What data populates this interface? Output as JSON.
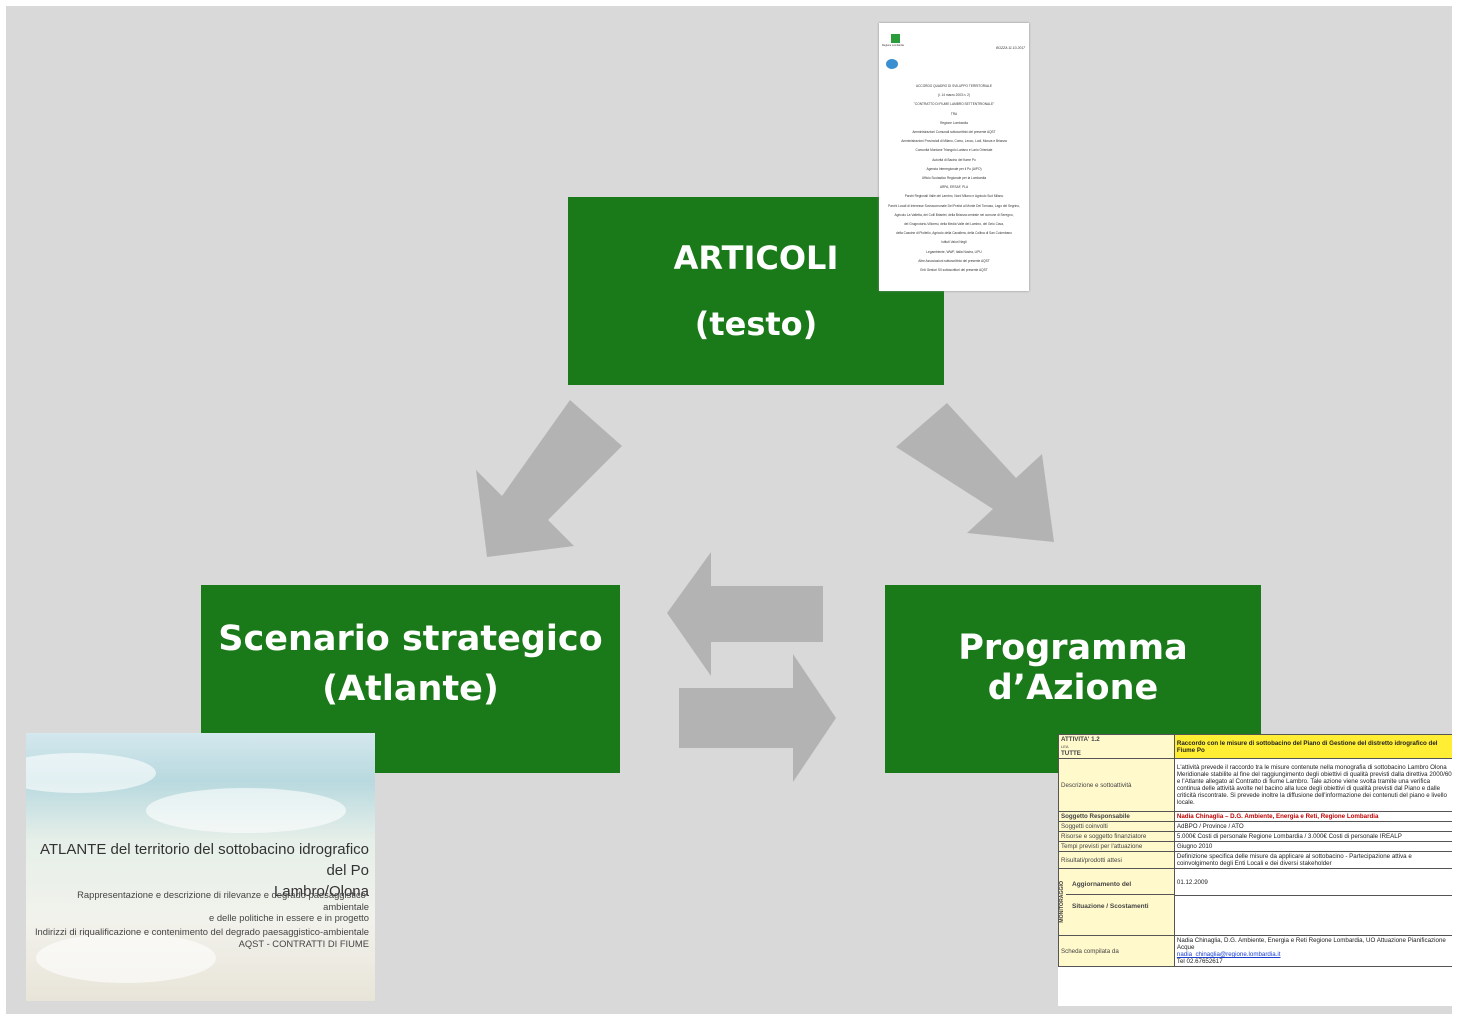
{
  "boxes": {
    "articoli": {
      "line1": "ARTICOLI",
      "line2": "(testo)"
    },
    "scenario": {
      "line1": "Scenario strategico",
      "line2": "(Atlante)"
    },
    "programma": {
      "line1": "Programma d’Azione"
    }
  },
  "colors": {
    "box": "#1a7a1a",
    "arrow": "#b3b3b3",
    "background": "#d9d9d9"
  },
  "document_thumb": {
    "logo_label": "Regione Lombardia",
    "date": "BOZZA 11.10.2017",
    "lines": [
      "ACCORDO QUADRO DI SVILUPPO TERRITORIALE",
      "(l. 14 marzo 2003 n. 2)",
      "\"CONTRATTO DI FIUME LAMBRO SETTENTRIONALE\"",
      "TRA",
      "Regione Lombardia",
      "Amministrazioni Comunali sottoscrittrici del presente AQST",
      "Amministrazioni Provinciali di Milano, Como, Lecco, Lodi, Monza e Brianza",
      "Comunità Montane Triangolo Lariano e Lario Orientale",
      "Autorità di Bacino del fiume Po",
      "Agenzia Interregionale per il Po (AIPO)",
      "Ufficio Scolastico Regionale per la Lombardia",
      "ARPA, ERSAF, PLA",
      "Parchi Regionali Valle del Lambro, Nord Milano e Agricolo Sud Milano",
      "Parchi Locali di Interesse Sovracomunale Del Pratici al Monte Dei Tornaso, Lago del Segrino,",
      "Agricolo La Valletta, dei Colli Briantei, della Brianza centrale nei comune di Seregno,",
      "del Grugnotorto-Villoresi, della Media Valle del Lambro, del Gelo Cava,",
      "della Cascine di Pioltello, Agricolo della Cavallera, della Collina di San Colombano",
      "Istituti Valori Negli",
      "Legambiente, WWF, Italia Nostra, LIPU",
      "Altre Associazioni sottoscrittrici del presente AQST",
      "Enti Gestori SII sottoscrittori del presente AQST"
    ]
  },
  "atlas_thumb": {
    "title_line1": "ATLANTE del territorio del sottobacino idrografico del Po",
    "title_line2": "Lambro/Olona",
    "sub1_line1": "Rappresentazione e descrizione di rilevanze e degrado paesaggistico-ambientale",
    "sub1_line2": "e delle politiche in essere e in progetto",
    "sub2_line1": "Indirizzi di riqualificazione e contenimento del degrado paesaggistico-ambientale",
    "sub2_line2": "AQST - CONTRATTI DI FIUME"
  },
  "activity_table": {
    "activity_label": "ATTIVITA' 1.2",
    "activity_title": "Raccordo con le misure di sottobacino del Piano di Gestione del distretto idrografico del Fiume Po",
    "area_small": "LEA",
    "area": "TUTTE",
    "rows": [
      {
        "label": "Descrizione e sottoattività",
        "value": "L'attività prevede il raccordo tra le misure contenute nella monografia di sottobacino Lambro Olona Meridionale stabilite al fine del raggiungimento degli obiettivi di qualità previsti dalla direttiva 2000/60 e l'Atlante allegato al Contratto di fiume Lambro. Tale azione viene svolta tramite una verifica continua delle attività avolte nel bacino alla luce degli obiettivi di qualità previsti dal Piano e dalle criticità riscontrate. Si prevede inoltre la diffusione dell'informazione dei contenuti del piano e livello locale."
      },
      {
        "label": "Soggetto Responsabile",
        "value": "Nadia Chinaglia – D.G. Ambiente, Energia e Reti, Regione Lombardia",
        "red": true
      },
      {
        "label": "Soggetti coinvolti",
        "value": "AdBPO / Province / ATO"
      },
      {
        "label": "Risorse e soggetto finanziatore",
        "value": "5.000€ Costi di personale Regione Lombardia / 3.000€ Costi di personale IREALP"
      },
      {
        "label": "Tempi previsti per l'attuazione",
        "value": "Giugno 2010"
      },
      {
        "label": "Risultati/prodotti attesi",
        "value": "Definizione specifica delle misure da applicare al sottobacino - Partecipazione attiva e coinvolgimento degli Enti Locali e dei diversi stakeholder"
      }
    ],
    "monitor_label": "MONITORAGGIO",
    "update_label": "Aggiornamento del",
    "update_value": "01.12.2009",
    "situation_label": "Situazione / Scostamenti",
    "compiled_label": "Scheda compilata da",
    "compiled_value": "Nadia Chinaglia, D.G. Ambiente, Energia e Reti Regione Lombardia, UO Attuazione Pianificazione Acque",
    "compiled_email": "nadia_chinaglia@regione.lombardia.it",
    "compiled_tel": "Tel 02.67652617"
  }
}
